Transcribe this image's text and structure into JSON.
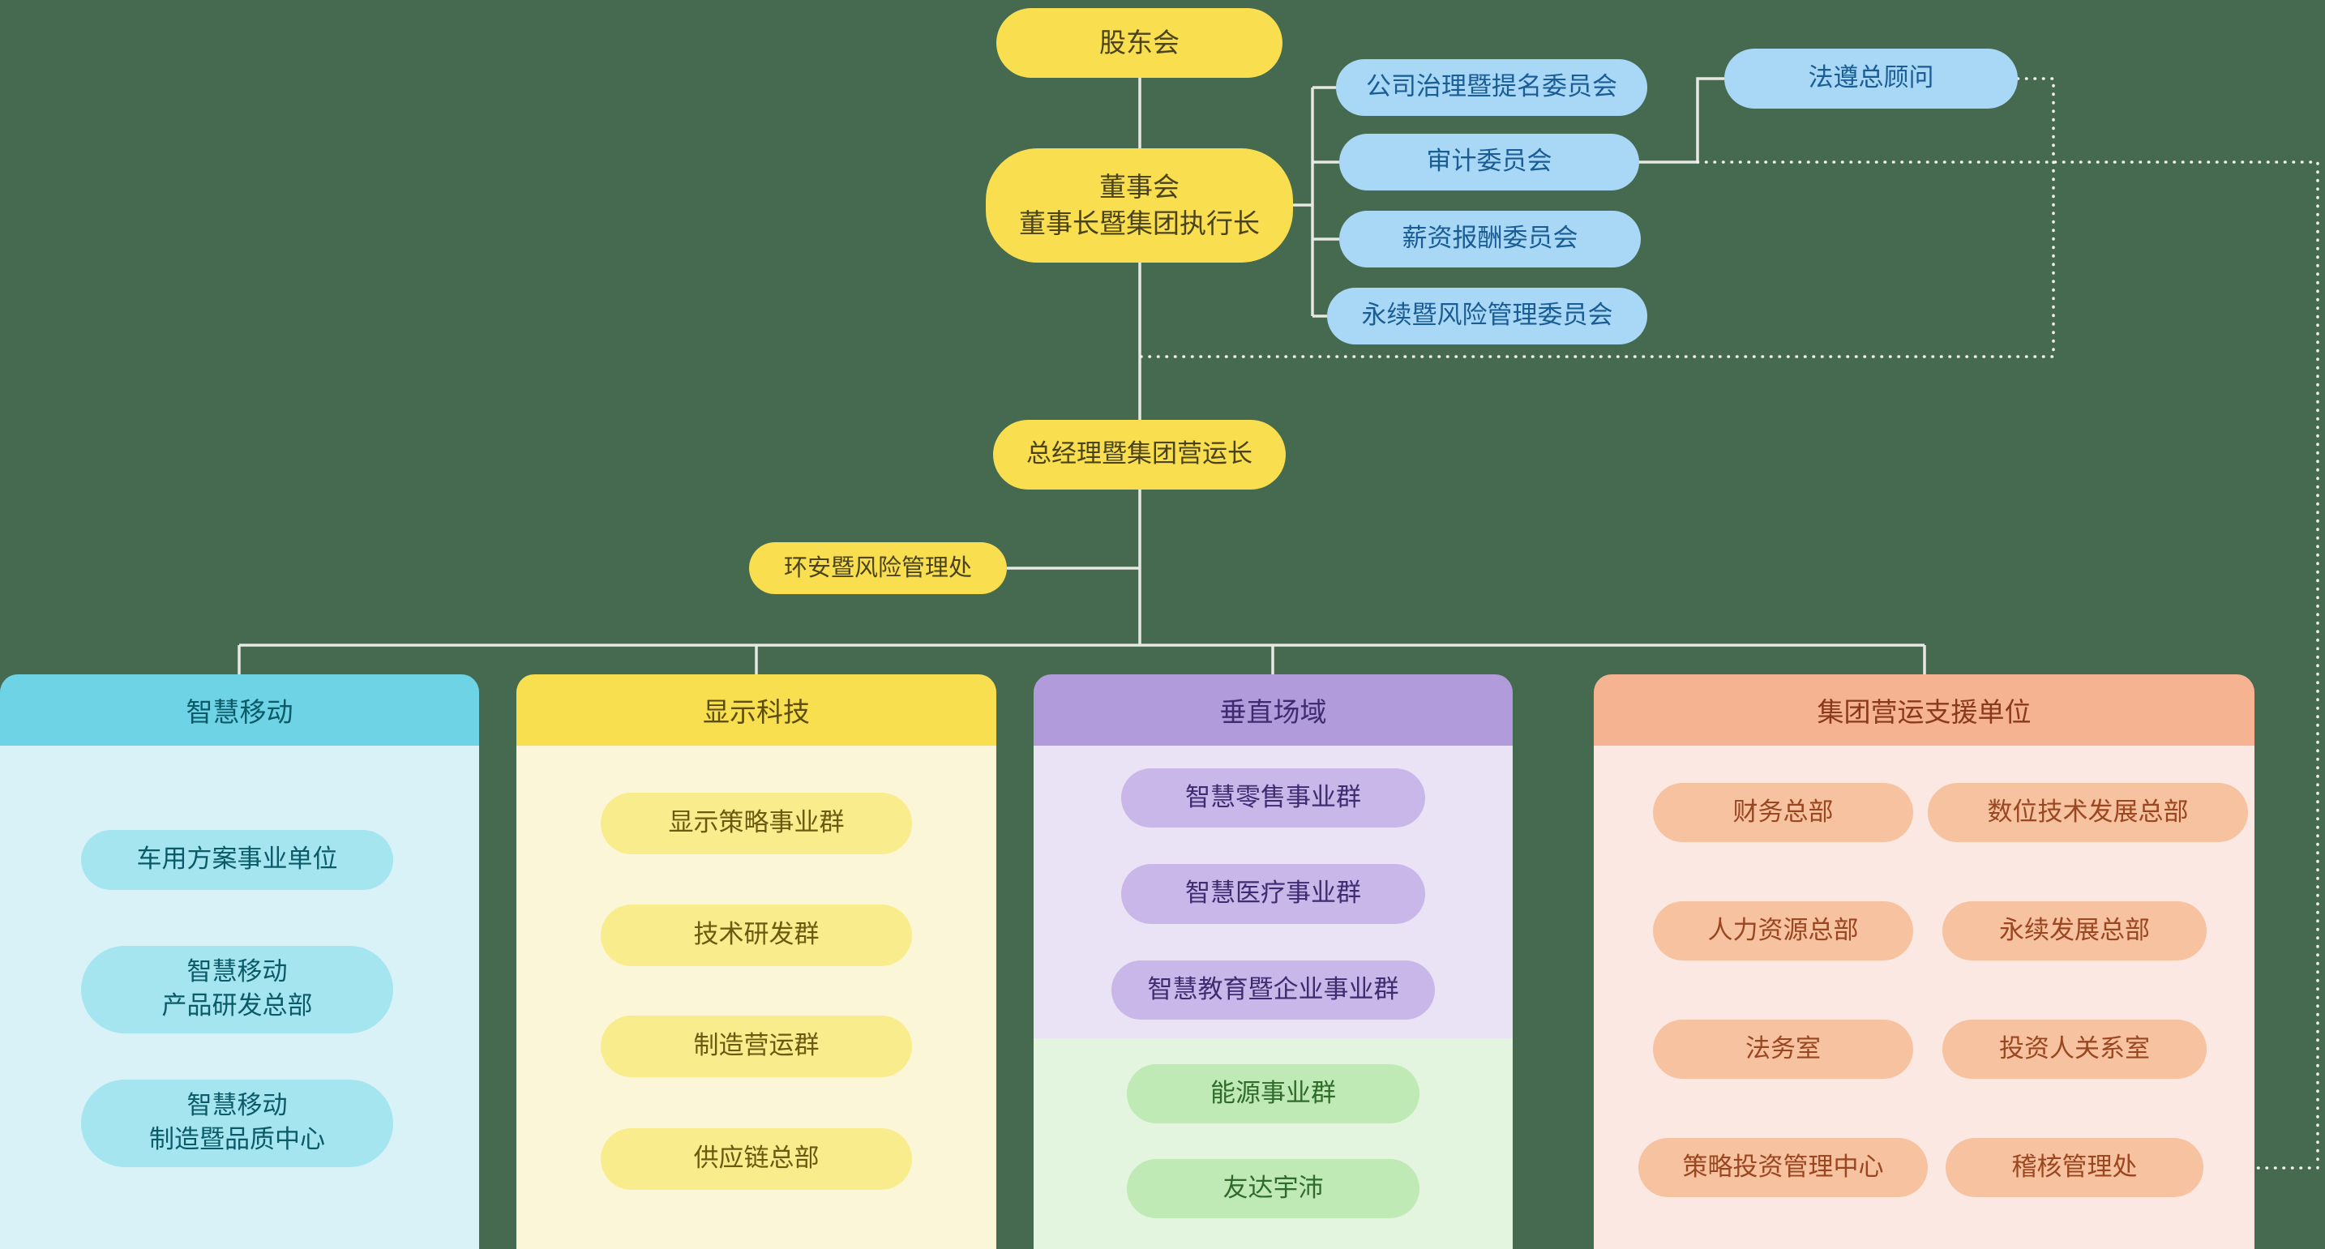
{
  "nodes": {
    "shareholders": "股东会",
    "board": "董事会\n董事长暨集团执行长",
    "committees": [
      "公司治理暨提名委员会",
      "审计委员会",
      "薪资报酬委员会",
      "永续暨风险管理委员会"
    ],
    "chief_compliance": "法遵总顾问",
    "president": "总经理暨集团营运长",
    "ehs_risk": "环安暨风险管理处"
  },
  "columns": [
    {
      "title": "智慧移动",
      "items": [
        "车用方案事业单位",
        "智慧移动\n产品研发总部",
        "智慧移动\n制造暨品质中心"
      ]
    },
    {
      "title": "显示科技",
      "items": [
        "显示策略事业群",
        "技术研发群",
        "制造营运群",
        "供应链总部"
      ]
    },
    {
      "title": "垂直场域",
      "items": [
        "智慧零售事业群",
        "智慧医疗事业群",
        "智慧教育暨企业事业群"
      ],
      "energy_items": [
        "能源事业群",
        "友达宇沛"
      ]
    },
    {
      "title": "集团营运支援单位",
      "left_items": [
        "财务总部",
        "人力资源总部",
        "法务室",
        "策略投资管理中心"
      ],
      "right_items": [
        "数位技术发展总部",
        "永续发展总部",
        "投资人关系室",
        "稽核管理处"
      ]
    }
  ],
  "colors": {
    "background": "#456A50",
    "connector_solid": "#E8E8E2",
    "connector_dotted": "#F4F4EE",
    "yellow_node_bg": "#F9DF4F",
    "blue_node_bg": "#A9D8F7",
    "smart_mobility_header": "#6ED3E4",
    "smart_mobility_body": "#D8F2F7",
    "smart_mobility_pill": "#A5E5EF",
    "display_tech_header": "#F8DF4F",
    "display_tech_body": "#FBF6D8",
    "display_tech_pill": "#F9EC8C",
    "vertical_domain_header": "#B19BDB",
    "vertical_domain_body": "#EAE3F5",
    "vertical_domain_pill": "#C8B7E8",
    "energy_body": "#E3F5DE",
    "energy_pill": "#BFE9B5",
    "support_header": "#F5B391",
    "support_body": "#FBE8E2",
    "support_pill": "#F7C2A0"
  }
}
